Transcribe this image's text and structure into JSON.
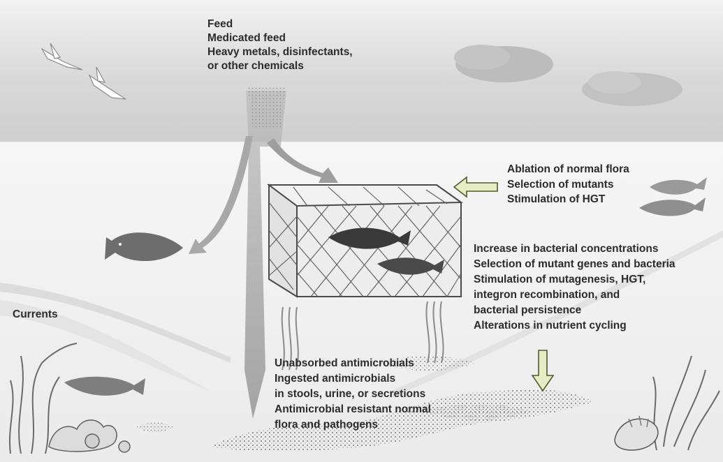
{
  "feed_inputs": {
    "line1": "Feed",
    "line2": "Medicated feed",
    "line3": "Heavy metals, disinfectants,",
    "line4": "or other chemicals"
  },
  "cage_effects": {
    "line1": "Ablation of normal flora",
    "line2": "Selection of mutants",
    "line3": "Stimulation of HGT"
  },
  "sediment_effects": {
    "line1": "Increase in bacterial concentrations",
    "line2": "Selection of mutant genes and bacteria",
    "line3": "Stimulation of mutagenesis, HGT,",
    "line4": "integron recombination, and",
    "line5": "bacterial persistence",
    "line6": "Alterations in nutrient cycling"
  },
  "currents_label": "Currents",
  "sediment_inputs": {
    "line1": "Unabsorbed antimicrobials",
    "line2": "Ingested antimicrobials",
    "line3": "in stools, urine, or secretions",
    "line4": "Antimicrobial resistant normal",
    "line5": "flora and pathogens"
  },
  "colors": {
    "sky": "#d2d2d2",
    "water": "#f4f4f4",
    "arrow_fill": "#e6edc4",
    "arrow_stroke": "#4e5a2a",
    "text": "#2b2b2b"
  }
}
